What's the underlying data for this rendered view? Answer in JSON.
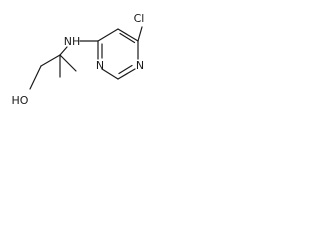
{
  "molecule": {
    "atoms": {
      "chlorine": "Cl",
      "amine": "NH",
      "ring_n_upper": "N",
      "ring_n_lower": "N",
      "hydroxyl": "HO"
    },
    "colors": {
      "bond": "#1a1a1a",
      "text": "#1a1a1a",
      "background": "#ffffff"
    }
  }
}
